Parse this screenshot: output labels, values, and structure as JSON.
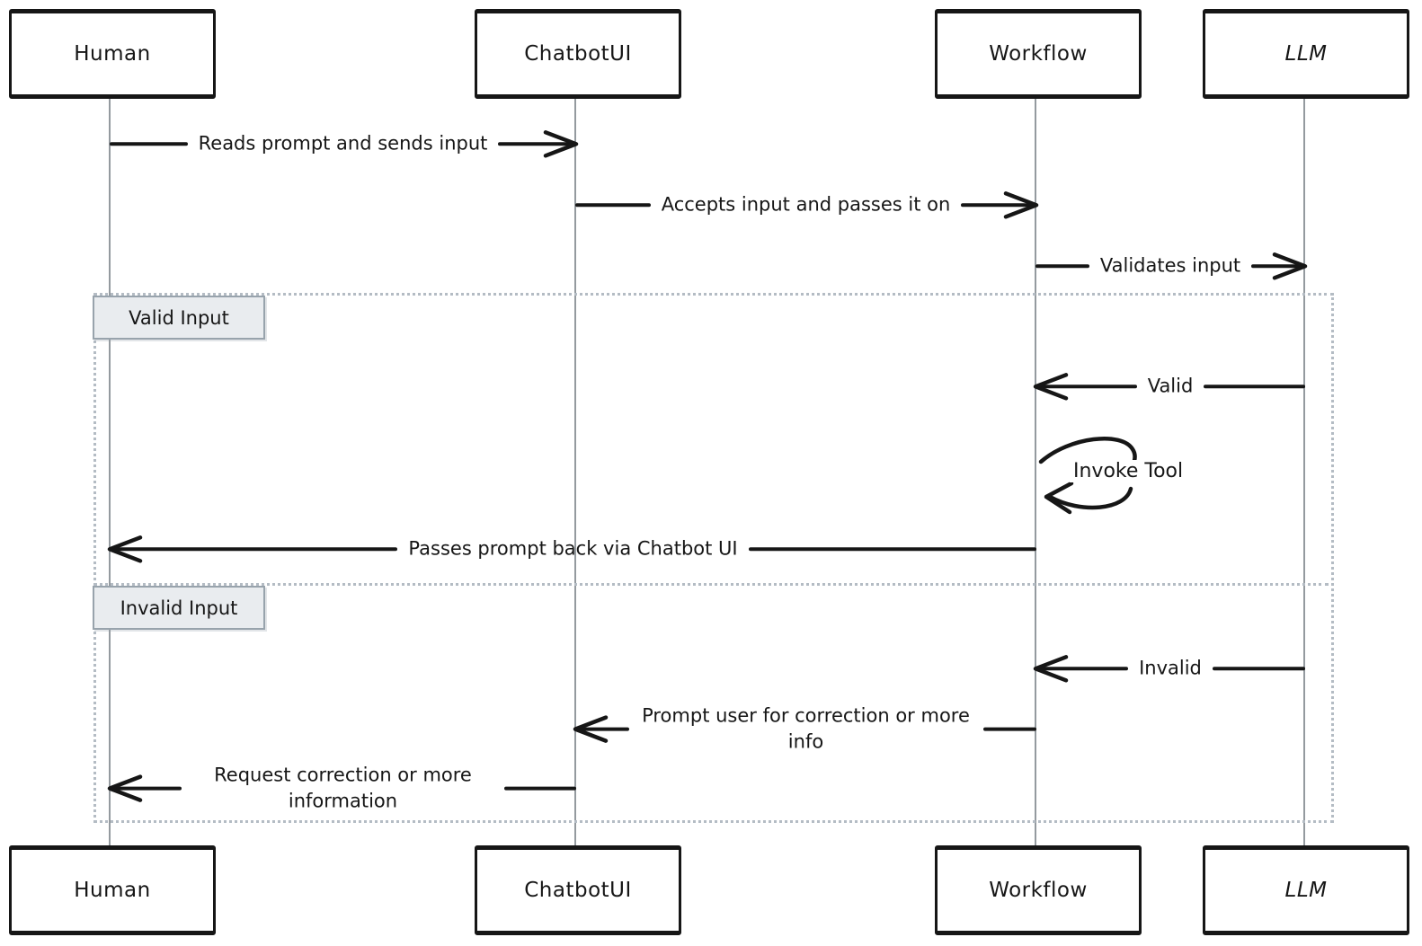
{
  "diagram": {
    "type": "sequence",
    "style": "hand-drawn",
    "participants": [
      {
        "id": "human",
        "name": "Human"
      },
      {
        "id": "chatbotui",
        "name": "ChatbotUI"
      },
      {
        "id": "workflow",
        "name": "Workflow"
      },
      {
        "id": "llm",
        "name": "LLM"
      }
    ],
    "messages": [
      {
        "from": "Human",
        "to": "ChatbotUI",
        "text": "Reads prompt and sends input",
        "direction": "right"
      },
      {
        "from": "ChatbotUI",
        "to": "Workflow",
        "text": "Accepts input and passes it on",
        "direction": "right"
      },
      {
        "from": "Workflow",
        "to": "LLM",
        "text": "Validates input",
        "direction": "right"
      },
      {
        "from": "LLM",
        "to": "Workflow",
        "text": "Valid",
        "direction": "left"
      },
      {
        "from": "Workflow",
        "to": "Workflow",
        "text": "Invoke Tool",
        "direction": "self"
      },
      {
        "from": "Workflow",
        "to": "Human",
        "text": "Passes prompt back via Chatbot UI",
        "direction": "left"
      },
      {
        "from": "LLM",
        "to": "Workflow",
        "text": "Invalid",
        "direction": "left"
      },
      {
        "from": "Workflow",
        "to": "ChatbotUI",
        "text": "Prompt user for correction or more info",
        "direction": "left"
      },
      {
        "from": "ChatbotUI",
        "to": "Human",
        "text": "Request correction or more information",
        "direction": "left"
      }
    ],
    "alt": {
      "sections": [
        {
          "label": "Valid Input"
        },
        {
          "label": "Invalid Input"
        }
      ]
    },
    "colors": {
      "background": "#ffffff",
      "stroke": "#161616",
      "lifeline": "#949a9f",
      "frame_border": "#b4bcc4",
      "section_label_fill": "#e9ecef",
      "section_label_border": "#98a3ac"
    }
  }
}
